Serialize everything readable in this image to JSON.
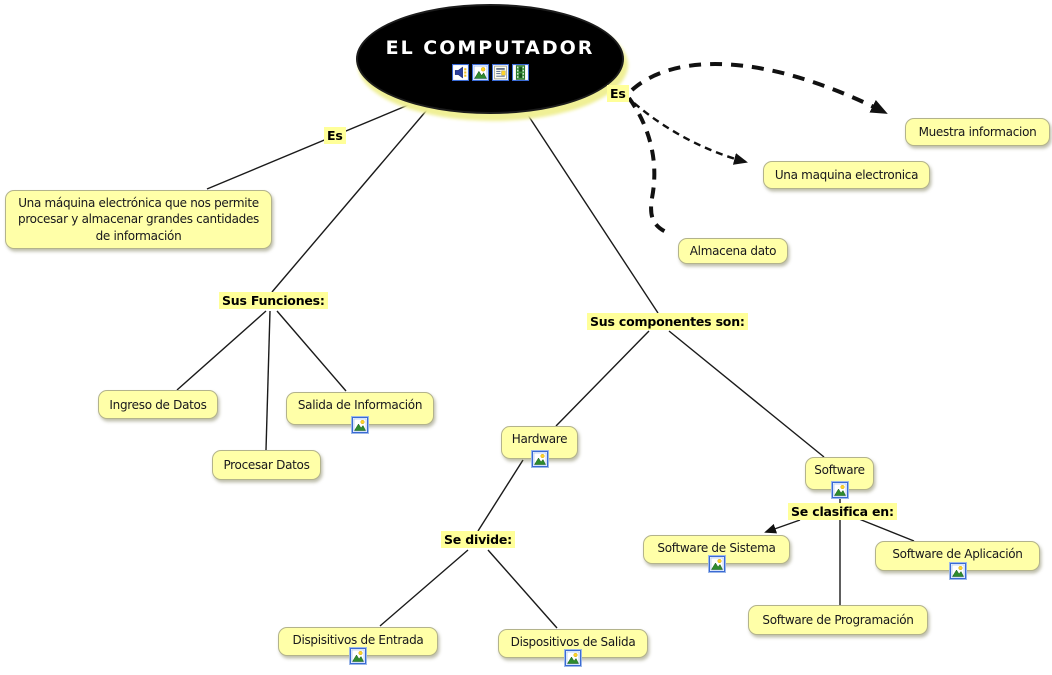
{
  "root": {
    "label": "EL COMPUTADOR",
    "icons": [
      "audio-icon",
      "image-icon",
      "document-icon",
      "video-icon"
    ]
  },
  "linking_phrases": {
    "es_left": "Es",
    "es_right": "Es",
    "sus_funciones": "Sus Funciones:",
    "sus_componentes": "Sus componentes son:",
    "se_divide": "Se divide:",
    "se_clasifica": "Se clasifica en:"
  },
  "concepts": {
    "definicion": "Una máquina electrónica que nos permite procesar y almacenar grandes cantidades de información",
    "muestra": "Muestra informacion",
    "maquina": "Una maquina electronica",
    "almacena": "Almacena dato",
    "ingreso": "Ingreso de Datos",
    "salida_informacion": "Salida de Información",
    "procesar": "Procesar Datos",
    "hardware": "Hardware",
    "software": "Software",
    "entrada": "Dispisitivos de Entrada",
    "salida_dispositivos": "Dispositivos de Salida",
    "sistema": "Software de Sistema",
    "programacion": "Software de Programación",
    "aplicacion": "Software de Aplicación"
  },
  "icons": {
    "resource_icon": "image-icon"
  },
  "colors": {
    "concept_fill": "#ffffa8",
    "concept_border": "#b3b38c",
    "root_fill": "#000000",
    "root_glow": "#f0f096",
    "line": "#1a1a1a"
  }
}
